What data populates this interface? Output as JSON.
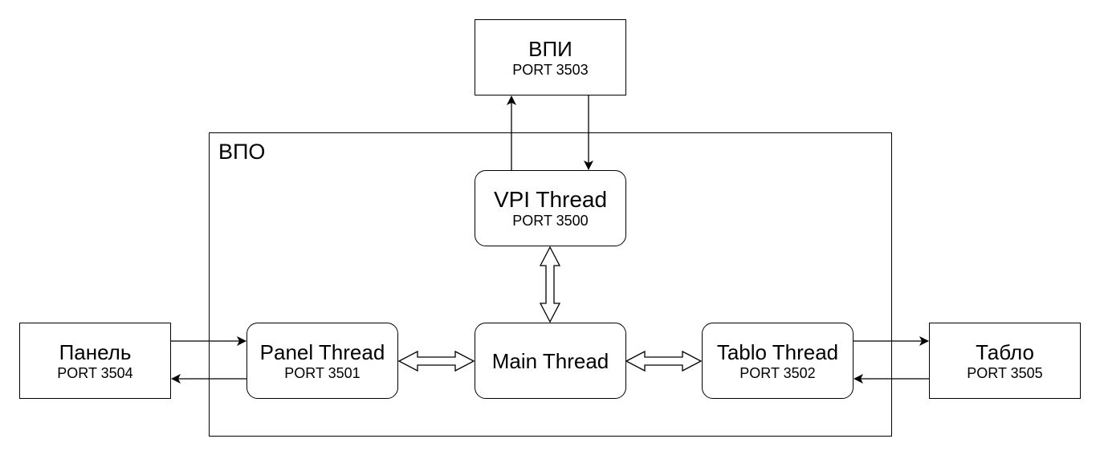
{
  "container": {
    "label": "ВПО"
  },
  "nodes": {
    "vpi": {
      "title": "ВПИ",
      "port": "PORT 3503"
    },
    "vpi_thread": {
      "title": "VPI Thread",
      "port": "PORT 3500"
    },
    "panel": {
      "title": "Панель",
      "port": "PORT 3504"
    },
    "panel_thread": {
      "title": "Panel Thread",
      "port": "PORT 3501"
    },
    "main_thread": {
      "title": "Main Thread"
    },
    "tablo_thread": {
      "title": "Tablo Thread",
      "port": "PORT 3502"
    },
    "tablo": {
      "title": "Табло",
      "port": "PORT 3505"
    }
  },
  "connections": [
    {
      "from": "vpi_thread",
      "to": "vpi",
      "kind": "arrow"
    },
    {
      "from": "vpi",
      "to": "vpi_thread",
      "kind": "arrow"
    },
    {
      "from": "panel",
      "to": "panel_thread",
      "kind": "arrow"
    },
    {
      "from": "panel_thread",
      "to": "panel",
      "kind": "arrow"
    },
    {
      "from": "tablo_thread",
      "to": "tablo",
      "kind": "arrow"
    },
    {
      "from": "tablo",
      "to": "tablo_thread",
      "kind": "arrow"
    },
    {
      "from": "vpi_thread",
      "to": "main_thread",
      "kind": "bidirectional"
    },
    {
      "from": "panel_thread",
      "to": "main_thread",
      "kind": "bidirectional"
    },
    {
      "from": "main_thread",
      "to": "tablo_thread",
      "kind": "bidirectional"
    }
  ]
}
